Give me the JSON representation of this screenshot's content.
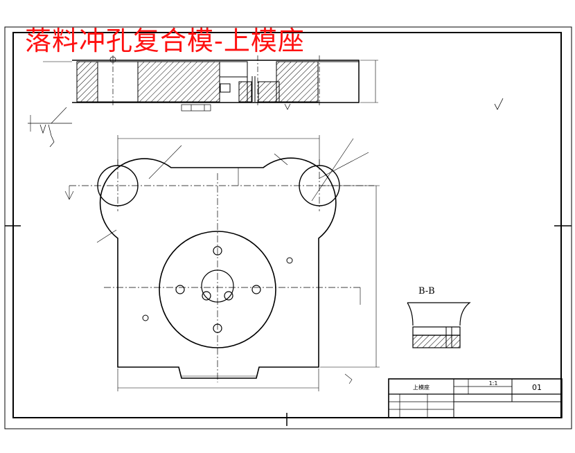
{
  "title": "落料冲孔复合模-上模座",
  "section_label": "B-B",
  "title_block": {
    "part_name": "上模座",
    "scale": "1:1",
    "drawing_number": "01"
  },
  "colors": {
    "title": "#ff1010",
    "line": "#000000",
    "background": "#ffffff"
  }
}
